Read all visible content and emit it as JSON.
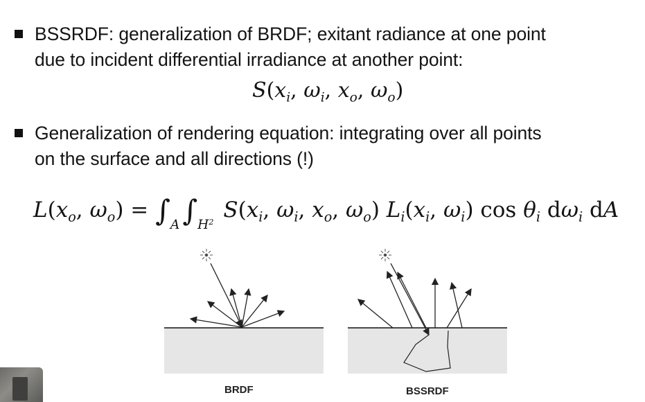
{
  "bullets": [
    {
      "line1": "BSSRDF: generalization of BRDF; exitant radiance at one point",
      "line2": "due to incident differential irradiance at another point:"
    },
    {
      "line1": "Generalization of rendering equation: integrating over all points",
      "line2": "on the surface and all directions (!)"
    }
  ],
  "formulas": {
    "bssrdf": "S(x_i, ω_i, x_o, ω_o)",
    "rendering_equation": "L(x_o, ω_o) = ∫_A ∫_H² S(x_i, ω_i, x_o, ω_o) L_i(x_i, ω_i) cos θ_i dω_i dA"
  },
  "diagrams": [
    {
      "caption": "BRDF"
    },
    {
      "caption": "BSSRDF"
    }
  ],
  "colors": {
    "text": "#141414",
    "surface": "#e6e6e6",
    "background": "#ffffff"
  },
  "icons": [
    "light-source-icon"
  ]
}
